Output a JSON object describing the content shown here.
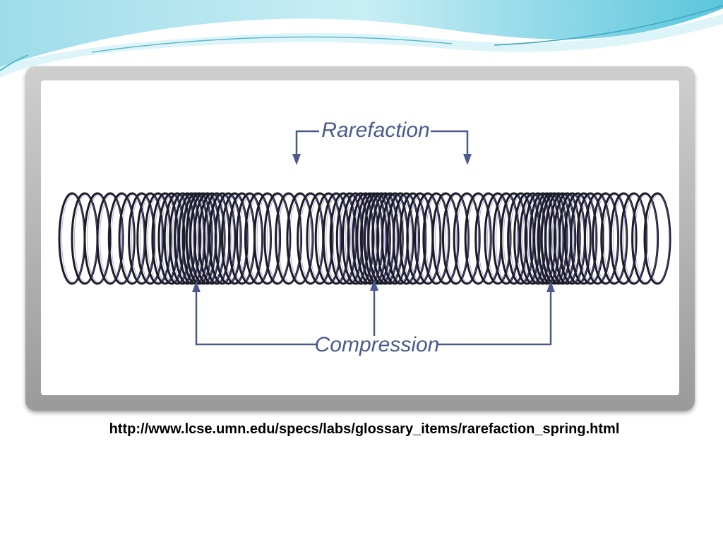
{
  "diagram": {
    "label_top": "Rarefaction",
    "label_bottom": "Compression"
  },
  "source": {
    "url": "http://www.lcse.umn.edu/specs/labs/glossary_items/rarefaction_spring.html"
  },
  "colors": {
    "label_blue": "#4a5a8c",
    "coil": "#1c1c24",
    "coil_highlight": "#7a6fd0",
    "wave_teal": "#6ecfe0",
    "wave_light": "#bfeaf2"
  }
}
